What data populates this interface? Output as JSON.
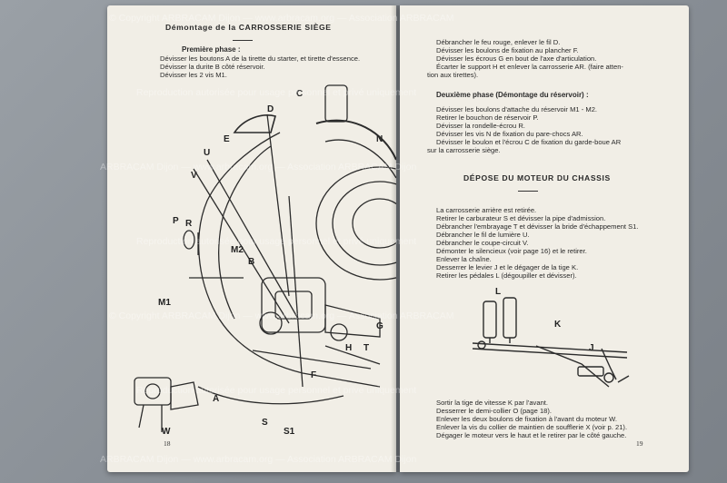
{
  "left_page": {
    "title": "Démontage de la CARROSSERIE SIÈGE",
    "subtitle": "Première phase :",
    "steps": [
      "Dévisser les boutons A de la tirette du starter, et tirette d'essence.",
      "Dévisser la durite B côté réservoir.",
      "Dévisser les 2 vis M1."
    ],
    "diagram_labels": [
      "C",
      "D",
      "N",
      "V",
      "U",
      "E",
      "P",
      "R",
      "M1",
      "M2",
      "B",
      "H",
      "T",
      "G",
      "S",
      "S1",
      "F",
      "A",
      "W"
    ],
    "page_number": "18"
  },
  "right_page": {
    "intro_steps": [
      "Débrancher le feu rouge, enlever le fil D.",
      "Dévisser les boulons de fixation au plancher F.",
      "Dévisser les écrous G en bout de l'axe d'articulation.",
      "Écarter le support H et enlever la carrosserie AR. (faire atten-",
      "tion aux tirettes)."
    ],
    "phase2_title": "Deuxième phase (Démontage du réservoir) :",
    "phase2_steps": [
      "Dévisser les boulons d'attache du réservoir M1 - M2.",
      "Retirer le bouchon de réservoir P.",
      "Dévisser la rondelle-écrou R.",
      "Dévisser les vis N de fixation du pare-chocs AR.",
      "Dévisser le boulon et l'écrou C de fixation du garde-boue AR",
      "sur la carrosserie siège."
    ],
    "section_title": "DÉPOSE DU MOTEUR DU CHASSIS",
    "section_steps": [
      "La carrosserie arrière est retirée.",
      "Retirer le carburateur S et dévisser la pipe d'admission.",
      "Débrancher l'embrayage T et dévisser la bride d'échappement S1.",
      "Débrancher le fil de lumière U.",
      "Débrancher le coupe-circuit V.",
      "Démonter le silencieux (voir page 16) et le retirer.",
      "Enlever la chaîne.",
      "Desserrer le levier J et le dégager de la tige K.",
      "Retirer les pédales L (dégoupiller et dévisser)."
    ],
    "diagram_labels": [
      "L",
      "K",
      "J"
    ],
    "final_steps": [
      "Sortir la tige de vitesse K par l'avant.",
      "Desserrer le demi-collier O (page 18).",
      "Enlever les deux boulons de fixation à l'avant du moteur W.",
      "Enlever la vis du collier de maintien de soufflerie X (voir p. 21).",
      "Dégager le moteur vers le haut et le retirer par le côté gauche."
    ],
    "page_number": "19"
  },
  "watermarks": [
    "© Copyright ARBRACAM Dijon — www.arbracam.org — Association ARBRACAM",
    "Reproduction autorisée pour usage personnel et privé uniquement",
    "ARBRACAM Dijon — www.arbracam.org — Association ARBRACAM Dijon"
  ]
}
